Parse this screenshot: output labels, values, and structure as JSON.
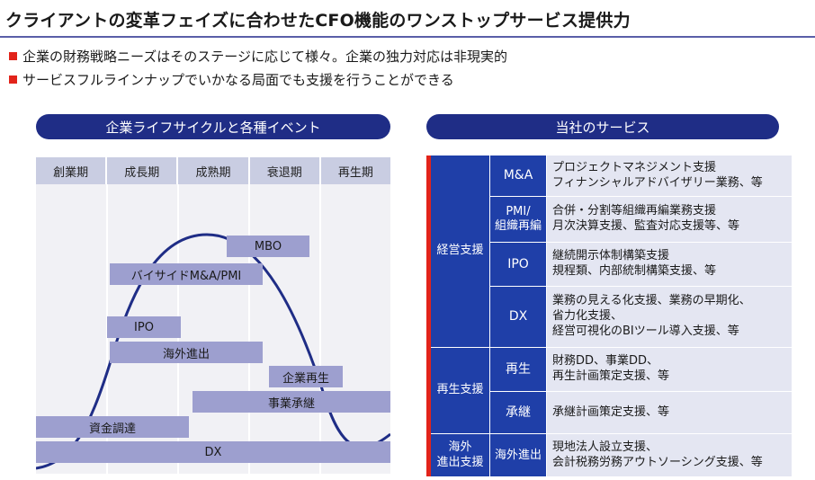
{
  "title": "クライアントの変革フェイズに合わせたCFO機能のワンストップサービス提供力",
  "bullets": [
    "企業の財務戦略ニーズはそのステージに応じて様々。企業の独力対応は非現実的",
    "サービスフルラインナップでいかなる局面でも支援を行うことができる"
  ],
  "left_header": "企業ライフサイクルと各種イベント",
  "right_header": "当社のサービス",
  "stages": [
    "創業期",
    "成長期",
    "成熟期",
    "衰退期",
    "再生期"
  ],
  "events": {
    "mbo": "MBO",
    "buyside": "バイサイドM&A/PMI",
    "ipo": "IPO",
    "overseas": "海外進出",
    "revival": "企業再生",
    "succession": "事業承継",
    "funding": "資金調達",
    "dx": "DX"
  },
  "colors": {
    "navy": "#1f2d86",
    "blue": "#1f3fa8",
    "accent_red": "#e2231a",
    "event_box": "#9d9fcf",
    "desc_bg": "#e4e6f2"
  },
  "services": {
    "cat_management": "経営支援",
    "cat_revival": "再生支援",
    "cat_overseas": "海外\n進出支援",
    "ma": {
      "label": "M&A",
      "lines": [
        "プロジェクトマネジメント支援",
        "フィナンシャルアドバイザリー業務、等"
      ]
    },
    "pmi": {
      "label": "PMI/\n組織再編",
      "lines": [
        "合併・分割等組織再編業務支援",
        "月次決算支援、監査対応支援等、等"
      ]
    },
    "ipo": {
      "label": "IPO",
      "lines": [
        "継続開示体制構築支援",
        "規程類、内部統制構築支援、等"
      ]
    },
    "dx": {
      "label": "DX",
      "lines": [
        "業務の見える化支援、業務の早期化、",
        "省力化支援、",
        "経営可視化のBIツール導入支援、等"
      ]
    },
    "saisei": {
      "label": "再生",
      "lines": [
        "財務DD、事業DD、",
        "再生計画策定支援、等"
      ]
    },
    "shokei": {
      "label": "承継",
      "lines": [
        "承継計画策定支援、等"
      ]
    },
    "kaigai": {
      "label": "海外進出",
      "lines": [
        "現地法人設立支援、",
        "会計税務労務アウトソーシング支援、等"
      ]
    }
  }
}
